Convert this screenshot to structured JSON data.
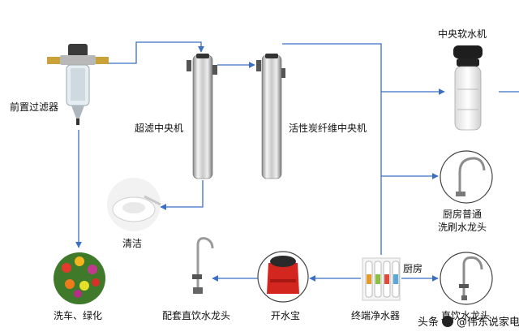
{
  "labels": {
    "prefilter": "前置过滤器",
    "uf_central": "超滤中央机",
    "carbon_central": "活性炭纤维中央机",
    "softener": "中央软水机",
    "cleaning": "清洁",
    "car_green": "洗车、绿化",
    "matching_faucet": "配套直饮水龙头",
    "kettle": "开水宝",
    "terminal_purifier": "终端净水器",
    "kitchen": "厨房",
    "direct_faucet": "直饮水龙头",
    "kitchen_faucet_line1": "厨房普通",
    "kitchen_faucet_line2": "洗刷水龙头"
  },
  "watermark": {
    "prefix": "头条",
    "text": "@伟东说家电"
  },
  "colors": {
    "flow_line": "#3a6fc4",
    "filter_body": "#d9d9d9",
    "kettle_red": "#d2261f"
  }
}
